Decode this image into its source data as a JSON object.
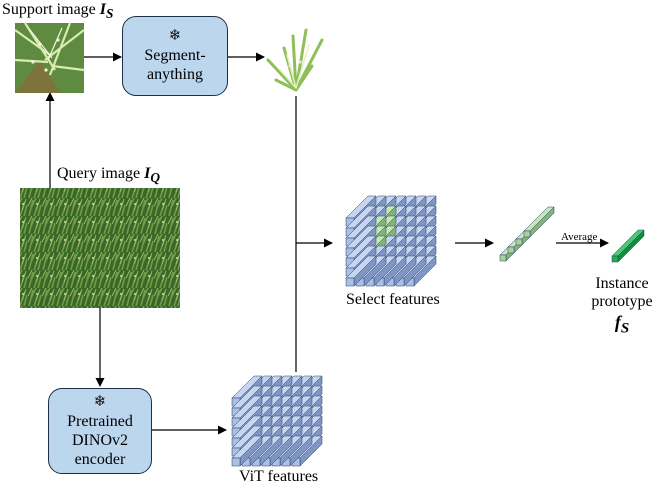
{
  "support_image": {
    "label": "Support image ",
    "symbol": "I",
    "sub": "S"
  },
  "query_image": {
    "label": "Query image ",
    "symbol": "I",
    "sub": "Q"
  },
  "segment_box": {
    "icon": "snowflake-icon",
    "line1": "Segment-",
    "line2": "anything"
  },
  "dino_box": {
    "icon": "snowflake-icon",
    "line1": "Pretrained",
    "line2": "DINOv2",
    "line3": "encoder"
  },
  "select_features": {
    "label": "Select features"
  },
  "vit_features": {
    "label": "ViT features"
  },
  "average": {
    "label": "Average"
  },
  "instance_prototype": {
    "line1": "Instance",
    "line2": "prototype",
    "symbol": "f",
    "sub": "S"
  },
  "colors": {
    "box_fill": "#bcd6ee",
    "cube_front": "#a9bfe4",
    "cube_top": "#c6d6f0",
    "cube_side": "#7f96c4",
    "selected_green": "#a6d39a",
    "prototype_green": "#1fae55"
  }
}
